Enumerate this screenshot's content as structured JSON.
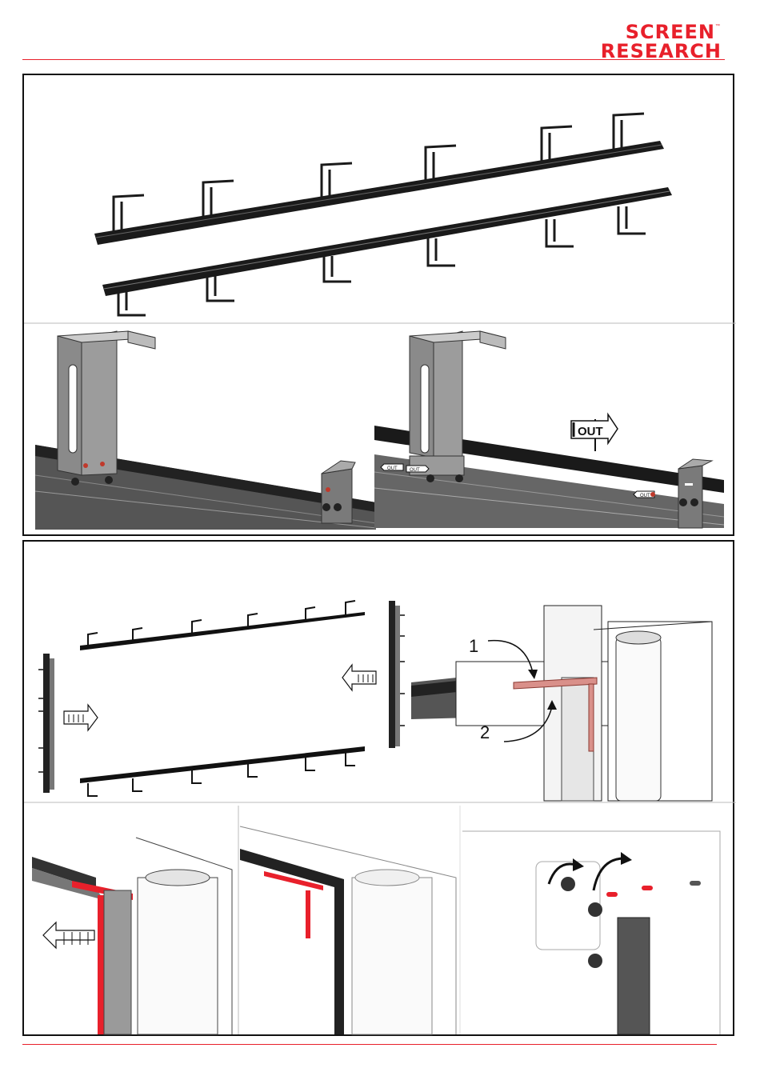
{
  "brand": {
    "line1": "SCREEN",
    "line2": "RESEARCH",
    "trademark": "™",
    "color": "#e8202b"
  },
  "callouts": {
    "out_large": "OUT",
    "out_small": "OUT",
    "step1": "1",
    "step2": "2"
  },
  "icons": [
    "arrow-right-icon",
    "arrow-left-icon",
    "curved-arrow-icon"
  ],
  "colors": {
    "accent": "#e8202b",
    "highlight_bracket": "#d9908a",
    "frame": "#111111"
  }
}
